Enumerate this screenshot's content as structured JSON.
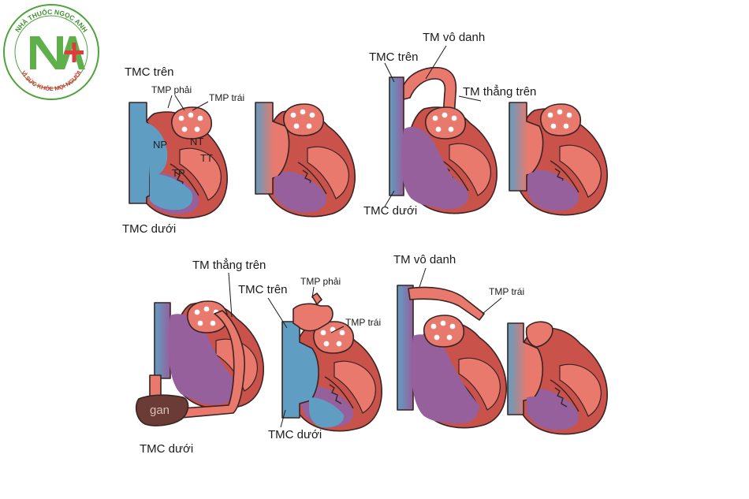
{
  "logo": {
    "arc_top": "NHÀ THUỐC NGỌC ANH",
    "arc_bottom": "VÌ SỨC KHỎE MỌI NGƯỜI",
    "mark": "NA"
  },
  "colors": {
    "blue": "#5f9ec2",
    "purple": "#95609c",
    "salmon": "#e8796c",
    "red_dark": "#c9524a",
    "liver": "#6b3b35",
    "logo_green": "#5fb04b",
    "logo_red": "#e03a3a"
  },
  "panels": [
    {
      "id": "A",
      "labels": {
        "svc": "TMC trên",
        "rpv": "TMP phải",
        "lpv": "TMP trái",
        "ra": "NP",
        "la": "NT",
        "lv": "TT",
        "rv": "TP",
        "ivc": "TMC dưới"
      }
    },
    {
      "id": "B",
      "labels": {}
    },
    {
      "id": "C",
      "labels": {
        "innominate": "TM vô danh",
        "svc": "TMC trên",
        "vertical": "TM thẳng trên",
        "ivc": "TMC dưới"
      }
    },
    {
      "id": "D",
      "labels": {}
    },
    {
      "id": "E",
      "labels": {
        "vertical": "TM thẳng trên",
        "liver": "gan",
        "ivc": "TMC dưới"
      }
    },
    {
      "id": "F",
      "labels": {
        "svc": "TMC trên",
        "rpv": "TMP phải",
        "lpv": "TMP trái",
        "ivc": "TMC dưới"
      }
    },
    {
      "id": "G",
      "labels": {
        "innominate": "TM vô danh",
        "lpv": "TMP trái"
      }
    },
    {
      "id": "H",
      "labels": {}
    }
  ]
}
